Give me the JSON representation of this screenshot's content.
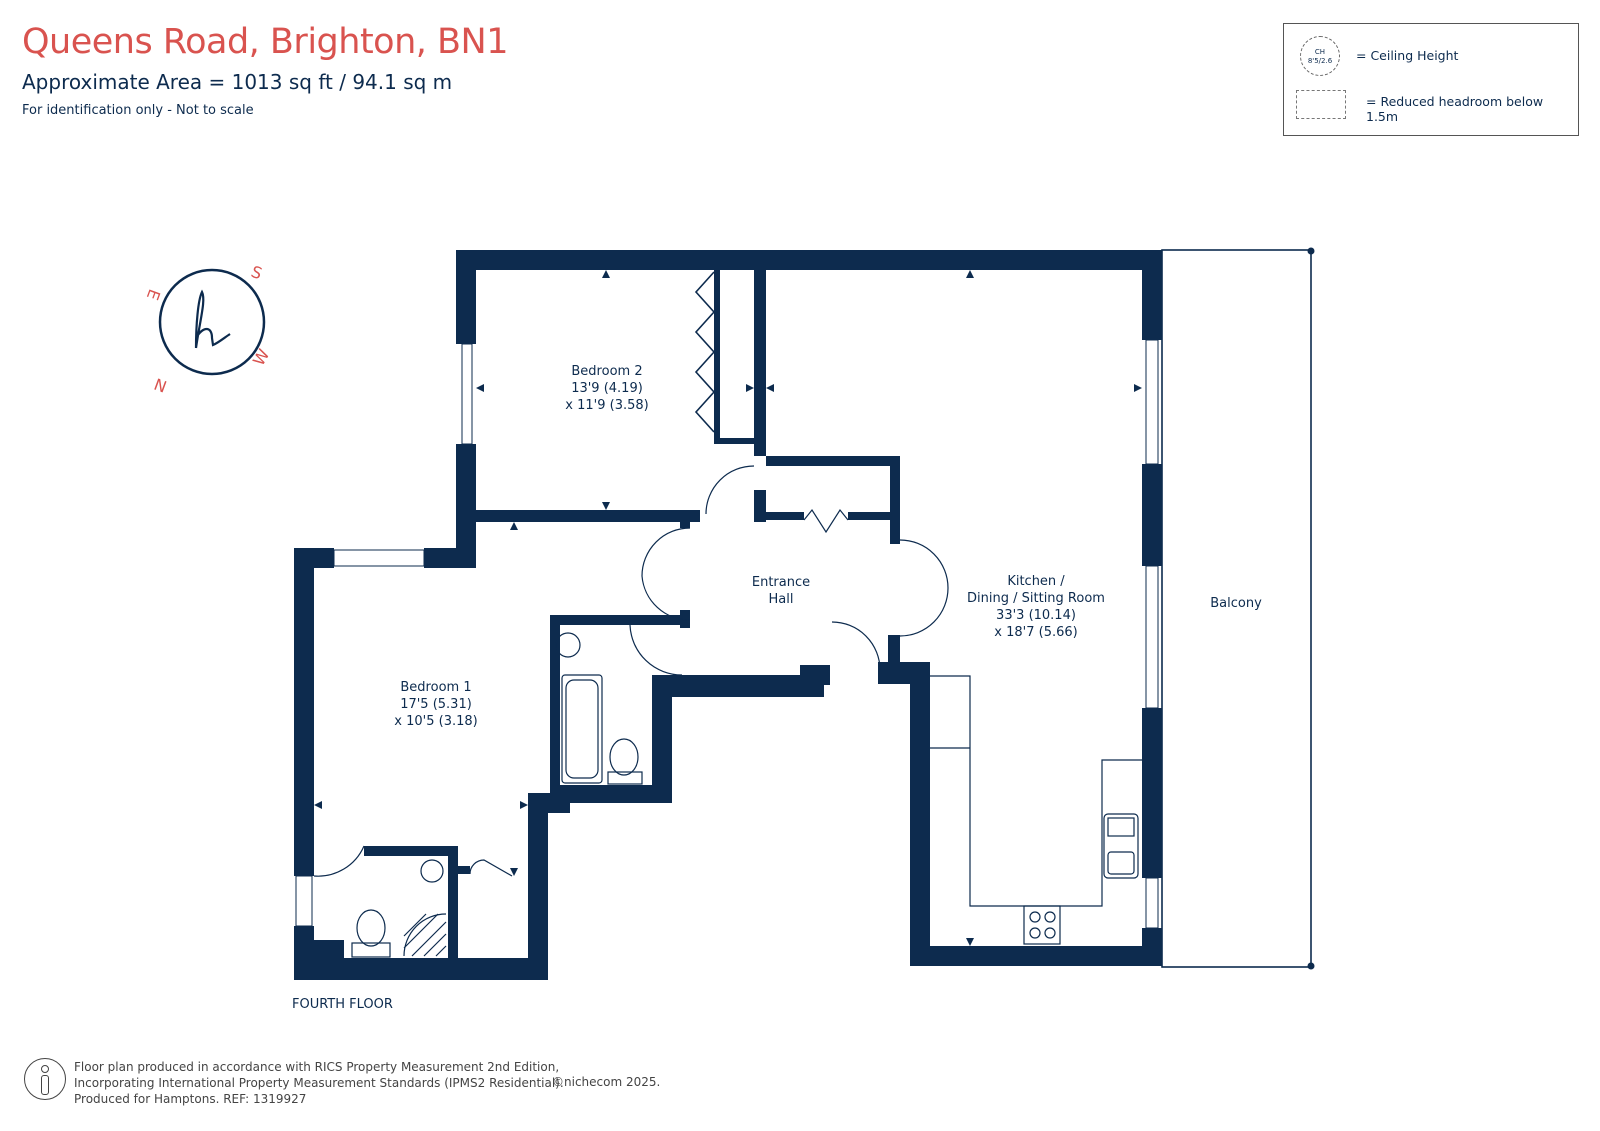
{
  "header": {
    "title": "Queens Road, Brighton, BN1",
    "area": "Approximate Area = 1013  sq ft / 94.1  sq m",
    "note": "For identification only - Not to scale"
  },
  "legend": {
    "ceiling_symbol": "CH\n8'5/2.6",
    "ceiling_label": "= Ceiling Height",
    "headroom_label": "= Reduced headroom below 1.5m"
  },
  "compass": {
    "letters": [
      "S",
      "W",
      "N",
      "E"
    ],
    "icon": "compass-logo-icon"
  },
  "rooms": {
    "bedroom2": [
      "Bedroom 2",
      "13'9 (4.19)",
      "x 11'9 (3.58)"
    ],
    "entrance": [
      "Entrance",
      "Hall"
    ],
    "kitchen": [
      "Kitchen /",
      "Dining / Sitting Room",
      "33'3 (10.14)",
      "x 18'7 (5.66)"
    ],
    "bedroom1": [
      "Bedroom 1",
      "17'5 (5.31)",
      "x 10'5 (3.18)"
    ],
    "balcony": [
      "Balcony"
    ]
  },
  "floor_label": "FOURTH FLOOR",
  "footer": {
    "line1": "Floor plan produced in accordance with RICS Property Measurement 2nd Edition,",
    "line2": "Incorporating International Property Measurement Standards (IPMS2 Residential).",
    "line3": "Produced for Hamptons.   REF:  1319927",
    "brand": "©nichecom 2025."
  },
  "colors": {
    "wall": "#0d2b4e",
    "title": "#d9534f",
    "compass": "#d9534f"
  }
}
